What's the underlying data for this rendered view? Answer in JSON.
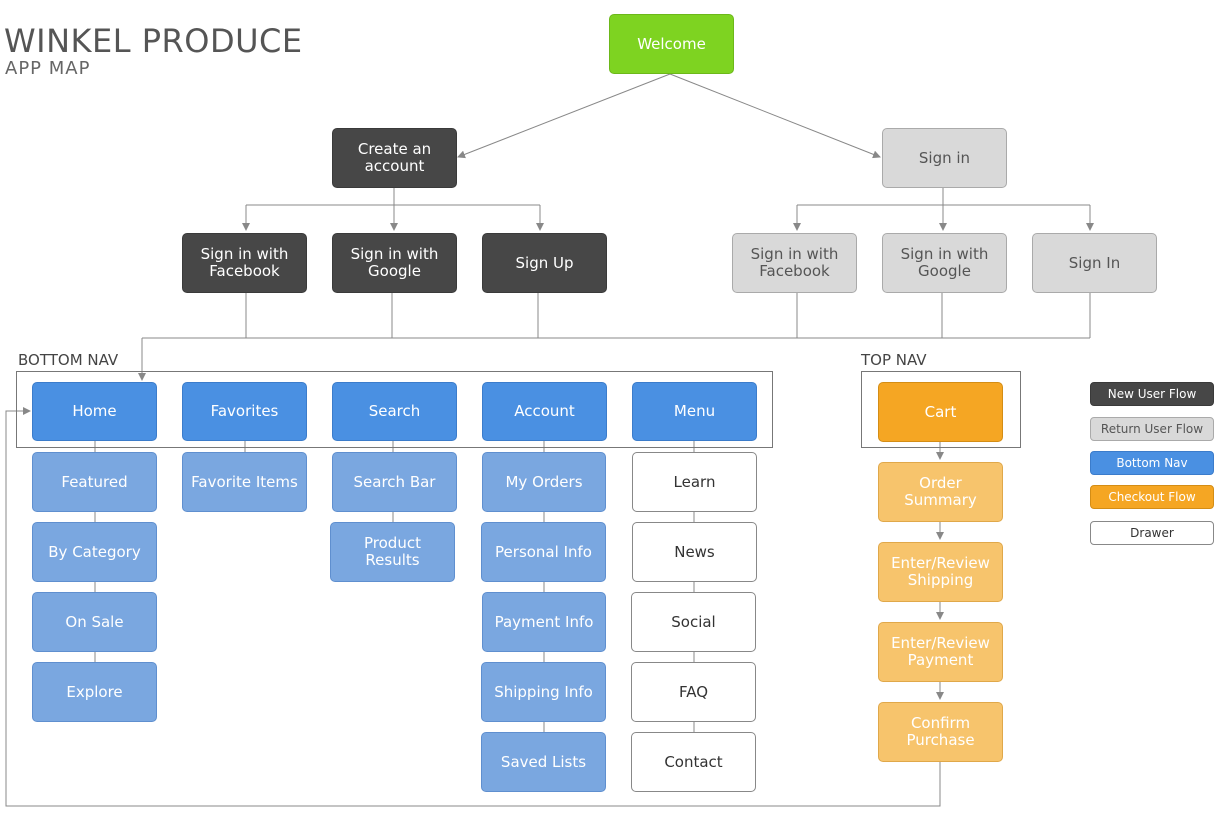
{
  "header": {
    "title": "WINKEL PRODUCE",
    "subtitle": "APP MAP"
  },
  "sections": {
    "bottom_nav": "BOTTOM NAV",
    "top_nav": "TOP NAV"
  },
  "colors": {
    "new_user": "#474747",
    "return_user": "#d9d9d9",
    "bottom_nav": "#4a90e2",
    "bottom_nav_child": "#7aa7e0",
    "checkout": "#f5a623",
    "checkout_child": "#f7c46c",
    "drawer": "#ffffff",
    "welcome": "#7ed321"
  },
  "nodes": {
    "welcome": "Welcome",
    "create_account": "Create an account",
    "sign_in_root": "Sign in",
    "new_facebook": "Sign in with Facebook",
    "new_google": "Sign in with Google",
    "sign_up": "Sign Up",
    "ret_facebook": "Sign in with Facebook",
    "ret_google": "Sign in with Google",
    "ret_sign_in": "Sign In",
    "home": "Home",
    "favorites": "Favorites",
    "search": "Search",
    "account": "Account",
    "menu": "Menu",
    "featured": "Featured",
    "by_category": "By Category",
    "on_sale": "On Sale",
    "explore": "Explore",
    "favorite_items": "Favorite Items",
    "search_bar": "Search Bar",
    "product_results": "Product Results",
    "my_orders": "My Orders",
    "personal_info": "Personal Info",
    "payment_info": "Payment Info",
    "shipping_info": "Shipping Info",
    "saved_lists": "Saved Lists",
    "learn": "Learn",
    "news": "News",
    "social": "Social",
    "faq": "FAQ",
    "contact": "Contact",
    "cart": "Cart",
    "order_summary": "Order Summary",
    "enter_shipping": "Enter/Review Shipping",
    "enter_payment": "Enter/Review Payment",
    "confirm_purchase": "Confirm Purchase"
  },
  "legend": {
    "new_user": "New User Flow",
    "return_user": "Return User Flow",
    "bottom_nav": "Bottom Nav",
    "checkout": "Checkout Flow",
    "drawer": "Drawer"
  }
}
